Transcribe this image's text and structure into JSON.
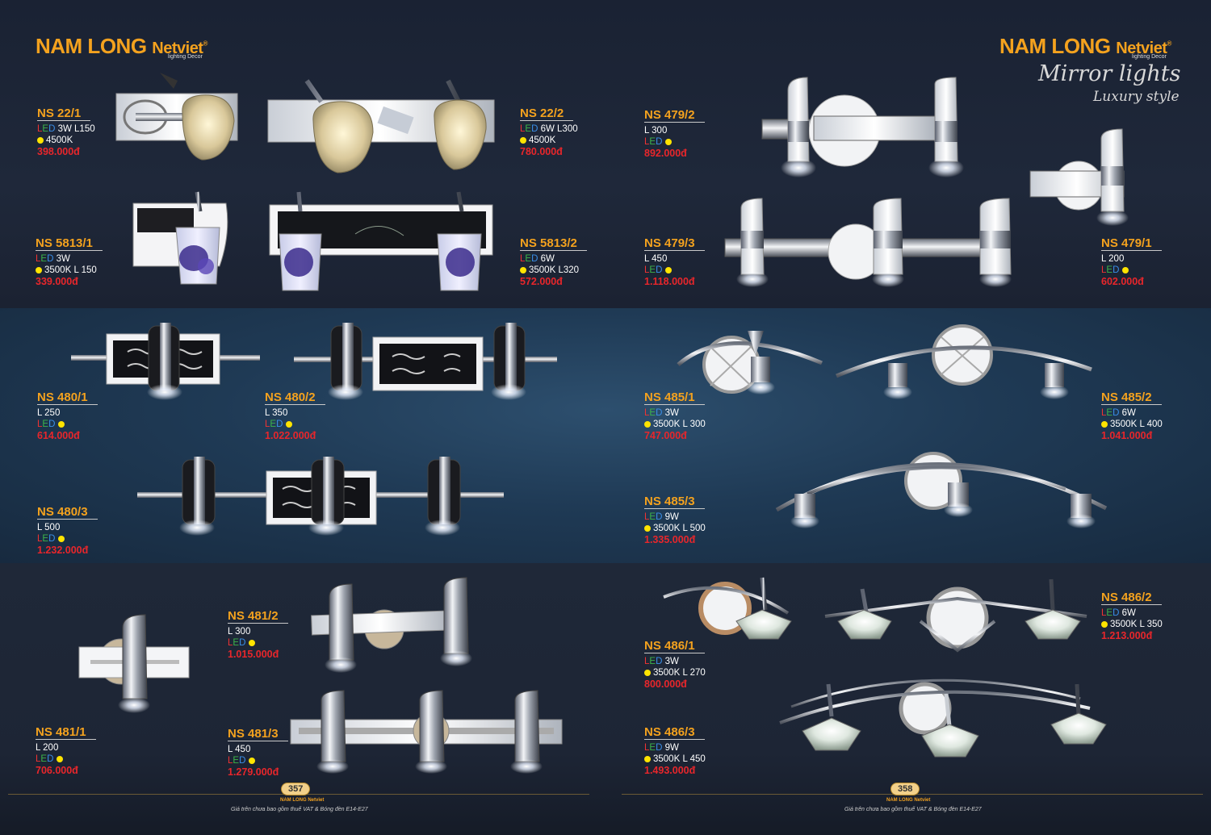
{
  "brand": {
    "name": "NAM LONG",
    "net": "Netviet",
    "reg": "®",
    "sub": "lighting Decor"
  },
  "title": {
    "line1": "Mirror lights",
    "line2": "Luxury style"
  },
  "led": {
    "l": "L",
    "e": "E",
    "d": "D"
  },
  "products": {
    "ns22_1": {
      "code": "NS 22/1",
      "spec1": "3W L150",
      "spec2": "4500K",
      "price": "398.000đ"
    },
    "ns22_2": {
      "code": "NS 22/2",
      "spec1": "6W L300",
      "spec2": "4500K",
      "price": "780.000đ"
    },
    "ns5813_1": {
      "code": "NS 5813/1",
      "spec1": "3W",
      "spec2": "3500K L 150",
      "price": "339.000đ"
    },
    "ns5813_2": {
      "code": "NS 5813/2",
      "spec1": "6W",
      "spec2": "3500K L320",
      "price": "572.000đ"
    },
    "ns479_2": {
      "code": "NS 479/2",
      "spec1": "L 300",
      "price": "892.000đ"
    },
    "ns479_3": {
      "code": "NS 479/3",
      "spec1": "L 450",
      "price": "1.118.000đ"
    },
    "ns479_1": {
      "code": "NS 479/1",
      "spec1": "L 200",
      "price": "602.000đ"
    },
    "ns480_1": {
      "code": "NS 480/1",
      "spec1": "L 250",
      "price": "614.000đ"
    },
    "ns480_2": {
      "code": "NS 480/2",
      "spec1": "L 350",
      "price": "1.022.000đ"
    },
    "ns480_3": {
      "code": "NS 480/3",
      "spec1": "L 500",
      "price": "1.232.000đ"
    },
    "ns485_1": {
      "code": "NS 485/1",
      "spec1": "3W",
      "spec2": "3500K L 300",
      "price": "747.000đ"
    },
    "ns485_2": {
      "code": "NS 485/2",
      "spec1": "6W",
      "spec2": "3500K L 400",
      "price": "1.041.000đ"
    },
    "ns485_3": {
      "code": "NS 485/3",
      "spec1": "9W",
      "spec2": "3500K L 500",
      "price": "1.335.000đ"
    },
    "ns481_1": {
      "code": "NS 481/1",
      "spec1": "L 200",
      "price": "706.000đ"
    },
    "ns481_2": {
      "code": "NS 481/2",
      "spec1": "L 300",
      "price": "1.015.000đ"
    },
    "ns481_3": {
      "code": "NS 481/3",
      "spec1": "L 450",
      "price": "1.279.000đ"
    },
    "ns486_1": {
      "code": "NS 486/1",
      "spec1": "3W",
      "spec2": "3500K L 270",
      "price": "800.000đ"
    },
    "ns486_2": {
      "code": "NS 486/2",
      "spec1": "6W",
      "spec2": "3500K L 350",
      "price": "1.213.000đ"
    },
    "ns486_3": {
      "code": "NS 486/3",
      "spec1": "9W",
      "spec2": "3500K L 450",
      "price": "1.493.000đ"
    }
  },
  "footer": {
    "page_left": "357",
    "page_right": "358",
    "brand": "NAM LONG Netviet",
    "note": "Giá trên chưa bao gồm thuế VAT & Bóng đèn E14-E27"
  },
  "colors": {
    "accent": "#f4a21e",
    "price": "#e8262b",
    "dot": "#ffe400"
  }
}
